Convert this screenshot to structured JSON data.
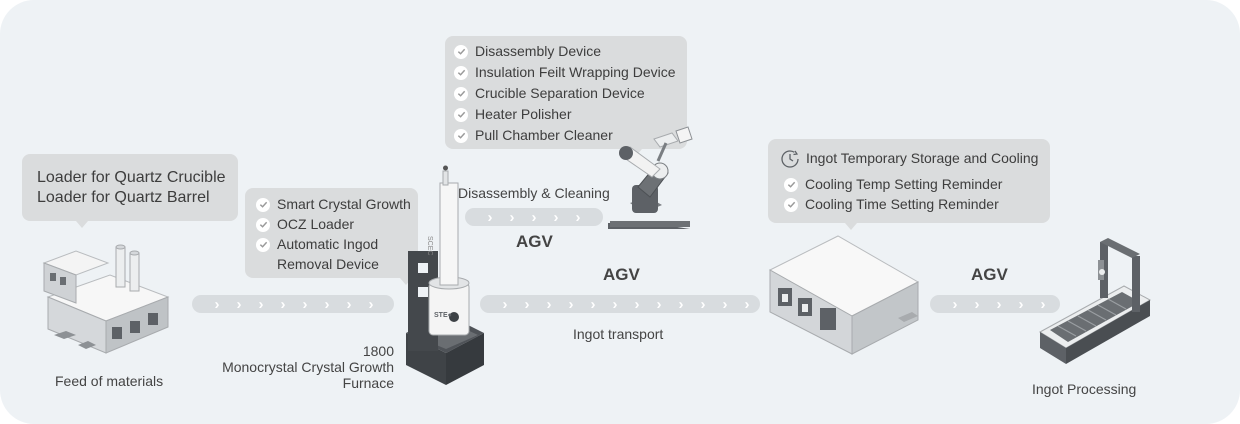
{
  "loader_box": {
    "lines": [
      "Loader for Quartz Crucible",
      "Loader for Quartz Barrel"
    ]
  },
  "feed_label": "Feed of materials",
  "furnace_box": {
    "items": [
      "Smart Crystal Growth",
      "OCZ Loader",
      "Automatic Ingod",
      "Removal Device"
    ]
  },
  "furnace_label": {
    "line1": "1800",
    "line2": "Monocrystal Crystal Growth",
    "line3": "Furnace"
  },
  "disassembly_box": {
    "items": [
      "Disassembly Device",
      "Insulation Feilt Wrapping Device",
      "Crucible Separation Device",
      "Heater Polisher",
      "Pull Chamber Cleaner"
    ]
  },
  "disassembly_label": "Disassembly & Cleaning",
  "agv_labels": [
    "AGV",
    "AGV",
    "AGV"
  ],
  "ingot_transport_label": "Ingot transport",
  "storage_box": {
    "title": "Ingot Temporary Storage and Cooling",
    "items": [
      "Cooling Temp Setting Reminder",
      "Cooling Time Setting Reminder"
    ]
  },
  "ingot_processing_label": "Ingot Processing",
  "furnace_marks": {
    "badge": "STE●",
    "vertical": "SCEC"
  },
  "track_chevron": "›",
  "colors": {
    "background": "#eef2f5",
    "bubble": "#dadcdd",
    "track": "#d8dcdf",
    "text": "#3d3d3d",
    "machine_dark": "#5d6166"
  }
}
